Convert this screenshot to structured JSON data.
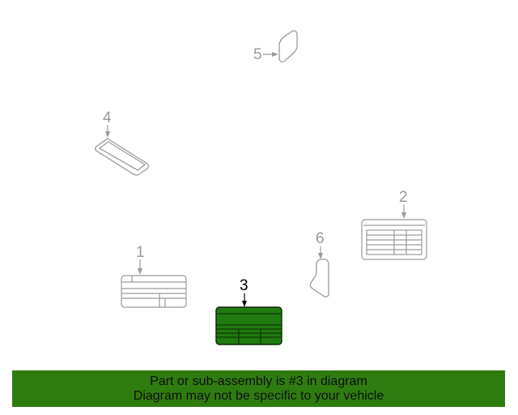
{
  "diagram": {
    "callouts": {
      "c1": "1",
      "c2": "2",
      "c3": "3",
      "c4": "4",
      "c5": "5",
      "c6": "6"
    },
    "highlighted_part": "3",
    "colors": {
      "gray": "#9a9a9a",
      "highlight_fill": "#1f7a10",
      "highlight_stroke": "#0b2a05"
    }
  },
  "banner": {
    "line1": "Part or sub-assembly is #3 in diagram",
    "line2": "Diagram may not be specific to your vehicle",
    "background": "#2e7c0f"
  }
}
